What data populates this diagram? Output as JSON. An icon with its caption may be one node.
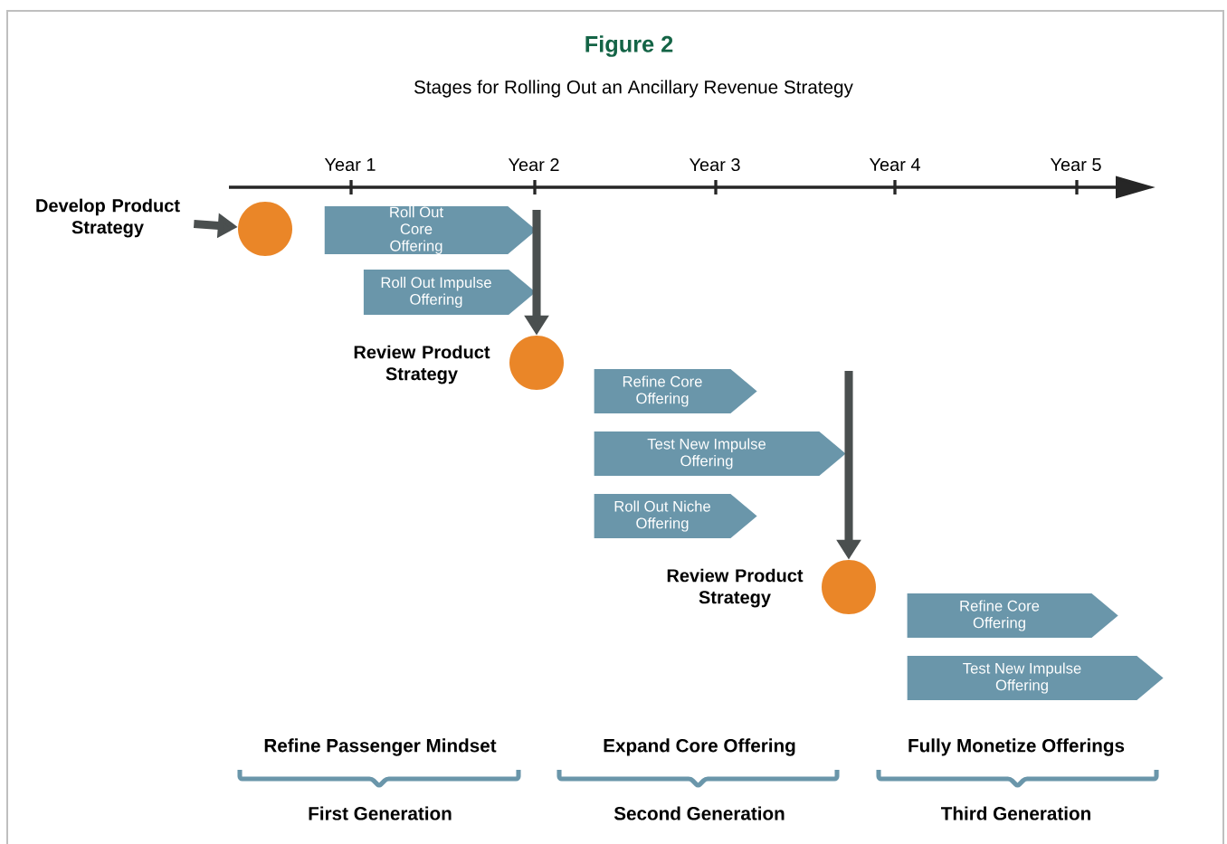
{
  "diagram": {
    "title": "Figure 2",
    "caption": "Stages for Rolling Out an Ancillary Revenue Strategy",
    "nodes": [
      {
        "text": [
          "Develop Product Strategy"
        ]
      },
      {
        "text": [],
        "shape": "circle"
      },
      {
        "text": [
          "Roll Out Core Offering"
        ]
      },
      {
        "text": [
          "Roll Out Impulse Offering"
        ]
      },
      {
        "text": [],
        "shape": "circle",
        "beside": [
          "Review Product Strategy"
        ]
      },
      {
        "text": [
          "Refine Core Offering"
        ]
      },
      {
        "text": [
          "Test New Impulse Offering"
        ]
      },
      {
        "text": [
          "Roll Out Niche Offering"
        ]
      },
      {
        "text": [],
        "shape": "circle",
        "beside": [
          "Review Product Strategy"
        ]
      },
      {
        "text": [
          "Refine Core Offering"
        ]
      },
      {
        "text": [
          "Test New Impulse Offering"
        ]
      }
    ],
    "edges": [
      {
        "from": 0,
        "to": 1,
        "arrow": "to"
      },
      {
        "from": null,
        "to": 4,
        "arrow": "to"
      },
      {
        "from": null,
        "to": 8,
        "arrow": "to"
      }
    ],
    "labels": [
      "Year 1",
      "Year 2",
      "Year 3",
      "Year 4",
      "Year 5",
      "Refine Passenger Mindset",
      "Expand Core Offering",
      "Fully Monetize Offerings",
      "First Generation",
      "Second Generation",
      "Third Generation"
    ]
  }
}
